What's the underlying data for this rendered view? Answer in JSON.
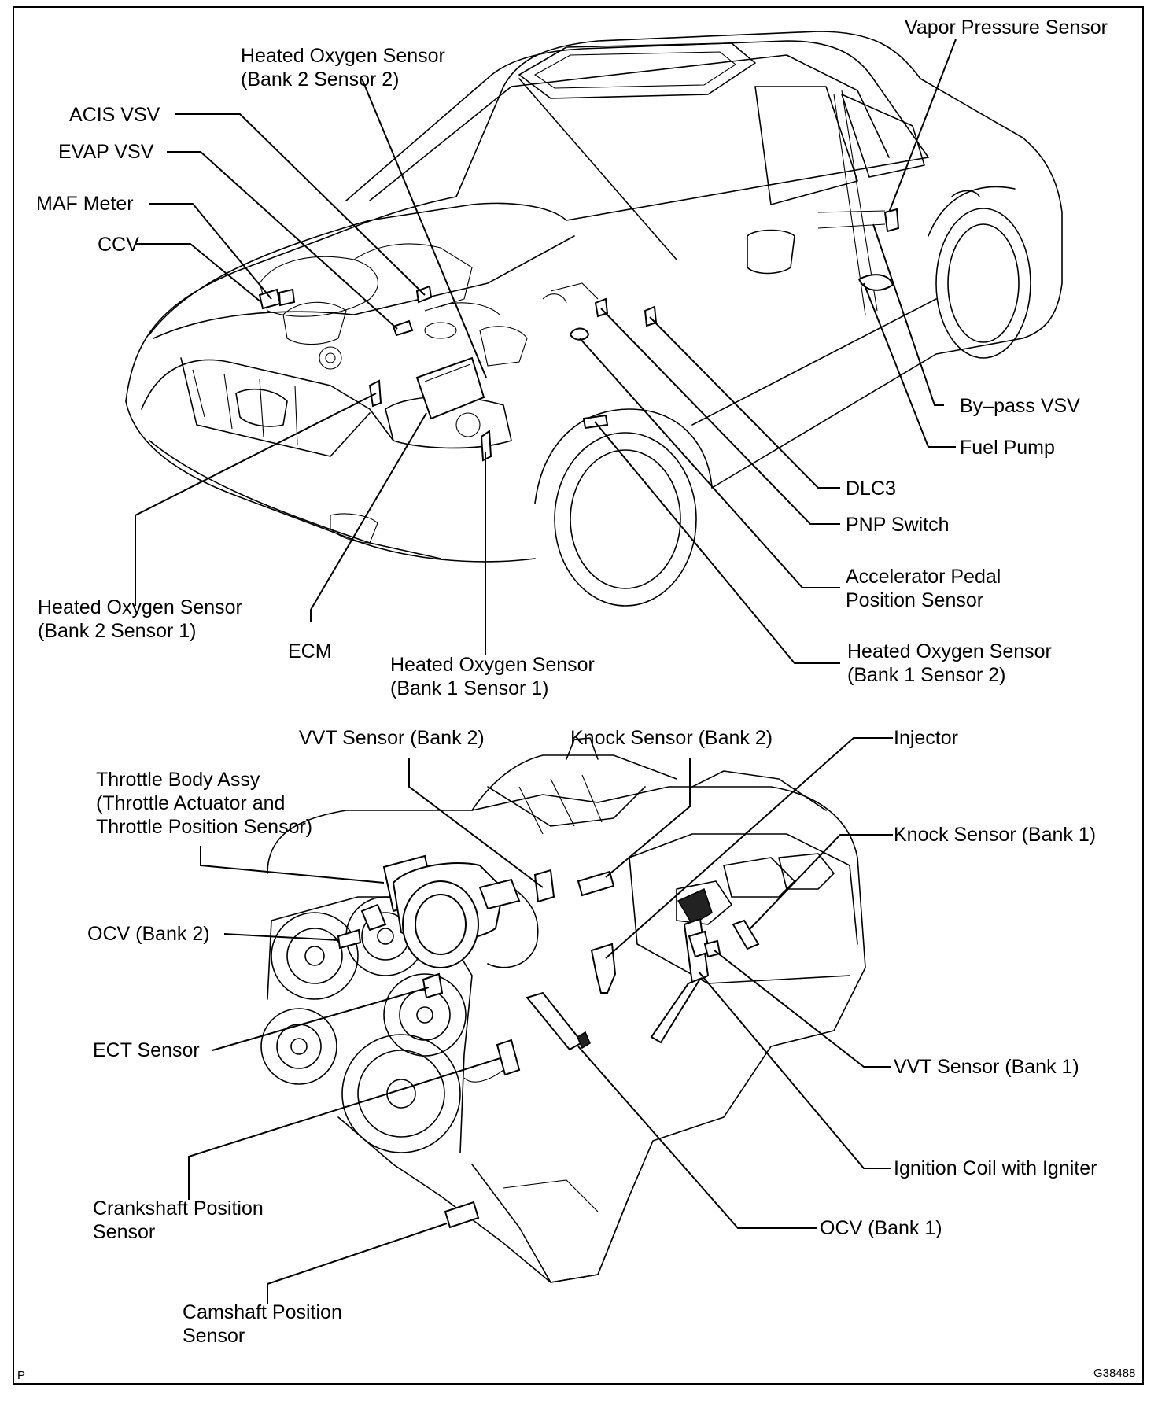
{
  "labels": {
    "vapor_pressure_sensor": "Vapor Pressure Sensor",
    "heated_o2_b2s2": "Heated Oxygen Sensor\n(Bank 2 Sensor 2)",
    "acis_vsv": "ACIS VSV",
    "evap_vsv": "EVAP VSV",
    "maf_meter": "MAF Meter",
    "ccv": "CCV",
    "bypass_vsv": "By–pass VSV",
    "fuel_pump": "Fuel Pump",
    "dlc3": "DLC3",
    "pnp_switch": "PNP Switch",
    "accelerator_pedal_sensor": "Accelerator Pedal\nPosition Sensor",
    "heated_o2_b1s2": "Heated Oxygen Sensor\n(Bank 1 Sensor 2)",
    "heated_o2_b2s1": "Heated Oxygen Sensor\n(Bank 2 Sensor 1)",
    "ecm": "ECM",
    "heated_o2_b1s1": "Heated Oxygen Sensor\n(Bank 1 Sensor 1)",
    "vvt_sensor_bank2": "VVT Sensor (Bank 2)",
    "knock_sensor_bank2": "Knock Sensor (Bank 2)",
    "injector": "Injector",
    "throttle_body_assy": "Throttle Body Assy\n(Throttle Actuator and\nThrottle Position Sensor)",
    "knock_sensor_bank1": "Knock Sensor (Bank 1)",
    "ocv_bank2": "OCV (Bank 2)",
    "ect_sensor": "ECT Sensor",
    "vvt_sensor_bank1": "VVT Sensor (Bank 1)",
    "crankshaft_position_sensor": "Crankshaft Position\nSensor",
    "ignition_coil": "Ignition Coil with Igniter",
    "ocv_bank1": "OCV (Bank 1)",
    "camshaft_position_sensor": "Camshaft Position\nSensor"
  },
  "corner_marks": {
    "bottom_left": "P",
    "figure_code": "G38488"
  }
}
